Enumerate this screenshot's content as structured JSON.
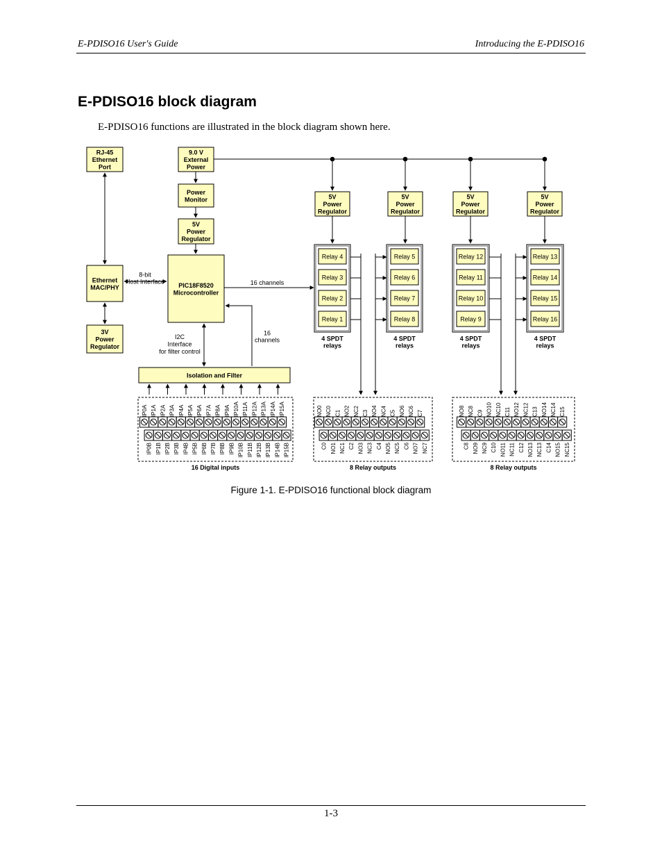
{
  "header": {
    "left": "E-PDISO16 User's Guide",
    "right": "Introducing the E-PDISO16"
  },
  "section_title": "E-PDISO16 block diagram",
  "intro_text": "E-PDISO16 functions are illustrated in the block diagram shown here.",
  "diagram": {
    "rj45": [
      "RJ-45",
      "Ethernet",
      "Port"
    ],
    "ext_power": [
      "9.0 V",
      "External",
      "Power"
    ],
    "power_monitor": [
      "Power",
      "Monitor"
    ],
    "regulator_5v": [
      "5V",
      "Power",
      "Regulator"
    ],
    "regulator_3v": [
      "3V",
      "Power",
      "Regulator"
    ],
    "ethernet_mac": [
      "Ethernet",
      "MAC/PHY"
    ],
    "micro": [
      "PIC18F8520",
      "Microcontroller"
    ],
    "host_interface": [
      "8-bit",
      "Host Interface"
    ],
    "channels_16": "16 channels",
    "channels_16_stack": [
      "16",
      "channels"
    ],
    "i2c": [
      "I2C",
      "Interface",
      "for filter control"
    ],
    "isolation": "Isolation and Filter",
    "relay_groups": [
      {
        "relays": [
          "Relay 4",
          "Relay 3",
          "Relay 2",
          "Relay 1"
        ],
        "label": [
          "4 SPDT",
          "relays"
        ]
      },
      {
        "relays": [
          "Relay 5",
          "Relay 6",
          "Relay 7",
          "Relay 8"
        ],
        "label": [
          "4 SPDT",
          "relays"
        ]
      },
      {
        "relays": [
          "Relay 12",
          "Relay 11",
          "Relay 10",
          "Relay 9"
        ],
        "label": [
          "4 SPDT",
          "relays"
        ]
      },
      {
        "relays": [
          "Relay 13",
          "Relay 14",
          "Relay 15",
          "Relay 16"
        ],
        "label": [
          "4 SPDT",
          "relays"
        ]
      }
    ],
    "connectors": [
      {
        "label": "16 Digital inputs",
        "top": [
          "IP0A",
          "IP1A",
          "IP2A",
          "IP3A",
          "IP4A",
          "IP5A",
          "IP6A",
          "IP7A",
          "IP8A",
          "IP9A",
          "IP10A",
          "IP11A",
          "IP12A",
          "IP13A",
          "IP14A",
          "IP15A"
        ],
        "bottom": [
          "IP0B",
          "IP1B",
          "IP2B",
          "IP3B",
          "IP4B",
          "IP5B",
          "IP6B",
          "IP7B",
          "IP8B",
          "IP9B",
          "IP10B",
          "IP11B",
          "IP12B",
          "IP13B",
          "IP14B",
          "IP15B"
        ]
      },
      {
        "label": "8 Relay outputs",
        "top": [
          "NO0",
          "NC0",
          "C1",
          "NO2",
          "NC2",
          "C3",
          "NO4",
          "NC4",
          "C5",
          "NO6",
          "NC6",
          "C7"
        ],
        "bottom": [
          "C0",
          "NO1",
          "NC1",
          "C2",
          "NO3",
          "NC3",
          "C4",
          "NO5",
          "NC5",
          "C6",
          "NO7",
          "NC7"
        ]
      },
      {
        "label": "8 Relay outputs",
        "top": [
          "NO8",
          "NC8",
          "C9",
          "NO10",
          "NC10",
          "C11",
          "NO12",
          "NC12",
          "C13",
          "NO14",
          "NC14",
          "C15"
        ],
        "bottom": [
          "C8",
          "NO9",
          "NC9",
          "C10",
          "NO11",
          "NC11",
          "C12",
          "NO13",
          "NC13",
          "C14",
          "NO15",
          "NC15"
        ]
      }
    ]
  },
  "caption": "Figure 1-1. E-PDISO16 functional block diagram",
  "page_number": "1-3",
  "colors": {
    "block_fill": "#fffcbf",
    "line": "#000000"
  }
}
